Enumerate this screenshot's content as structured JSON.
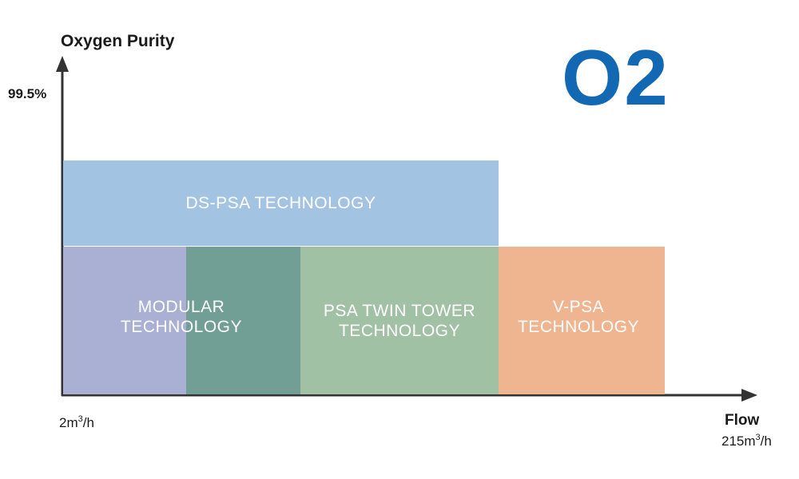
{
  "y_axis": {
    "title": "Oxygen Purity",
    "max_label": "99.5%"
  },
  "x_axis": {
    "title": "Flow",
    "min_label": {
      "value": "2m",
      "sup": "3",
      "unit": "/h"
    },
    "max_label": {
      "value": "215m",
      "sup": "3",
      "unit": "/h"
    }
  },
  "logo": "O2",
  "colors": {
    "ds_psa": "#a2c4e2",
    "modular": "#aab0d3",
    "overlap": "#719f96",
    "twin_tower": "#a1c1a4",
    "v_psa": "#efb590",
    "logo": "#1268b3",
    "axis": "#333333"
  },
  "technologies": {
    "ds_psa": {
      "line1": "DS-PSA TECHNOLOGY"
    },
    "modular": {
      "line1": "MODULAR",
      "line2": "TECHNOLOGY"
    },
    "twin_tower": {
      "line1": "PSA TWIN TOWER",
      "line2": "TECHNOLOGY"
    },
    "v_psa": {
      "line1": "V-PSA",
      "line2": "TECHNOLOGY"
    }
  }
}
